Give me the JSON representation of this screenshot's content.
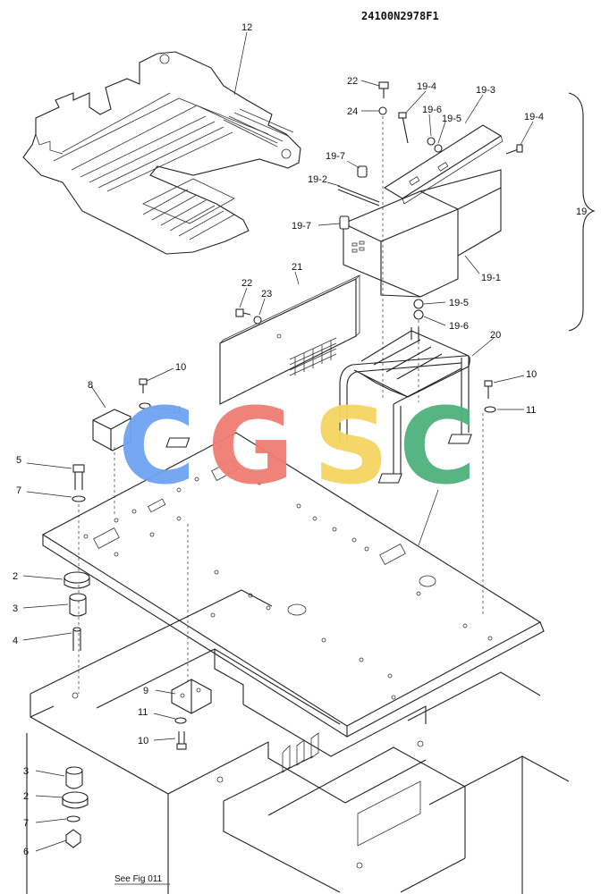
{
  "drawing_code": "24100N2978F1",
  "see_ref": "See Fig 011",
  "group_label": "19",
  "watermark": {
    "letters": [
      {
        "char": "C",
        "color": "#6ea3f2"
      },
      {
        "char": "G",
        "color": "#ef7d72"
      },
      {
        "char": "S",
        "color": "#f5d462"
      },
      {
        "char": "C",
        "color": "#4fb27e"
      }
    ]
  },
  "callouts": {
    "c12": "12",
    "c22a": "22",
    "c24": "24",
    "c19_4a": "19-4",
    "c19_3": "19-3",
    "c19_6a": "19-6",
    "c19_5a": "19-5",
    "c19_4b": "19-4",
    "c19_7a": "19-7",
    "c19_2": "19-2",
    "c19_7b": "19-7",
    "c19_1": "19-1",
    "c19_5b": "19-5",
    "c19_6b": "19-6",
    "c22b": "22",
    "c23": "23",
    "c21": "21",
    "c20": "20",
    "c10a": "10",
    "c10b": "10",
    "c8": "8",
    "c11a": "11",
    "c11b": "11",
    "c5": "5",
    "c7a": "7",
    "c2a": "2",
    "c3a": "3",
    "c4": "4",
    "c9": "9",
    "c11c": "11",
    "c10c": "10",
    "c3b": "3",
    "c2b": "2",
    "c7b": "7",
    "c6": "6"
  }
}
